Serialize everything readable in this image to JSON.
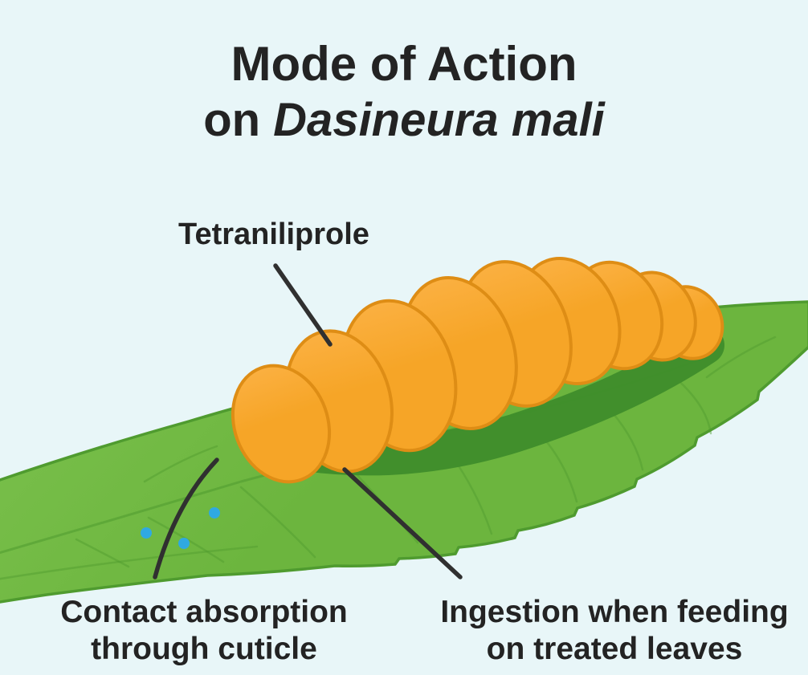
{
  "title": {
    "line1": "Mode of Action",
    "line2_prefix": "on ",
    "line2_species": "Dasineura mali"
  },
  "labels": {
    "pesticide": "Tetraniliprole",
    "contact_line1": "Contact absorption",
    "contact_line2": "through cuticle",
    "ingestion_line1": "Ingestion when feeding",
    "ingestion_line2": "on treated leaves"
  },
  "illustration": {
    "subject": "orange larva of Dasineura mali resting on a green leaf",
    "droplet_count": 3
  },
  "colors": {
    "bg": "#E8F6F8",
    "text": "#232323",
    "larva_orange": "#F6A527",
    "larva_orange_dark": "#DE8D15",
    "leaf_green": "#6CB53E",
    "leaf_green_light": "#7CC24E",
    "leaf_green_dark": "#4F9B2F",
    "leaf_shadow": "#3F8D2B",
    "droplet_blue": "#2FA9E1",
    "line_dark": "#303030"
  }
}
